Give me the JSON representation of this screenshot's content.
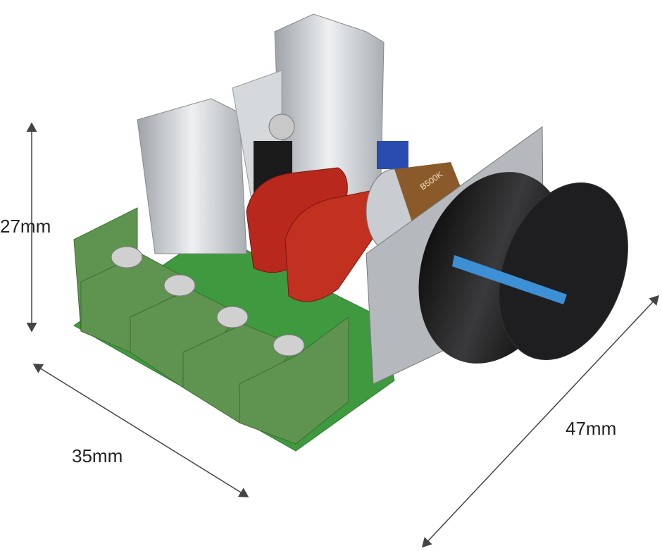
{
  "dimensions": {
    "height": "27mm",
    "width": "35mm",
    "length": "47mm"
  },
  "product": {
    "potentiometer_marking": "B500K"
  },
  "colors": {
    "pcb": "#3f9a3f",
    "terminal_block": "#5f9450",
    "heatsink": "#c9ccd0",
    "capacitor": "#b8281c",
    "knob": "#1d1d1f",
    "knob_indicator": "#3d8fd6",
    "dimension_line": "#444444"
  }
}
